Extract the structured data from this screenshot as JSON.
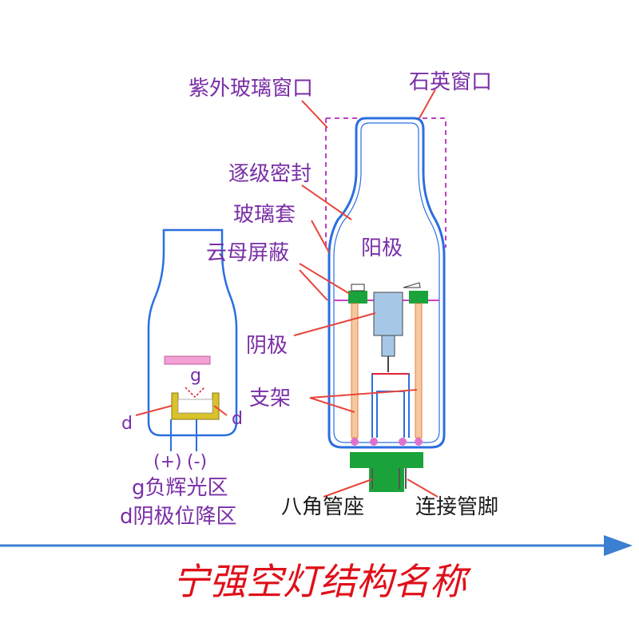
{
  "labels": {
    "uv_window": "紫外玻璃窗口",
    "quartz_window": "石英窗口",
    "graded_seal": "逐级密封",
    "glass_sleeve": "玻璃套",
    "mica_shield": "云母屏蔽",
    "anode": "阳极",
    "cathode": "阴极",
    "support": "支架",
    "octal_base": "八角管座",
    "pins": "连接管脚",
    "g_small": "g",
    "d_left": "d",
    "d_right": "d",
    "plus": "(+)",
    "minus": "(-)",
    "legend_g": "g负辉光区",
    "legend_d": "d阴极位降区"
  },
  "title": "宁强空灯结构名称",
  "colors": {
    "outline": "#2a6fe0",
    "label": "#7a2fa6",
    "leader": "#e8453c",
    "title": "#e0101a",
    "base": "#1aa33a",
    "arrow": "#3a7fd0"
  }
}
